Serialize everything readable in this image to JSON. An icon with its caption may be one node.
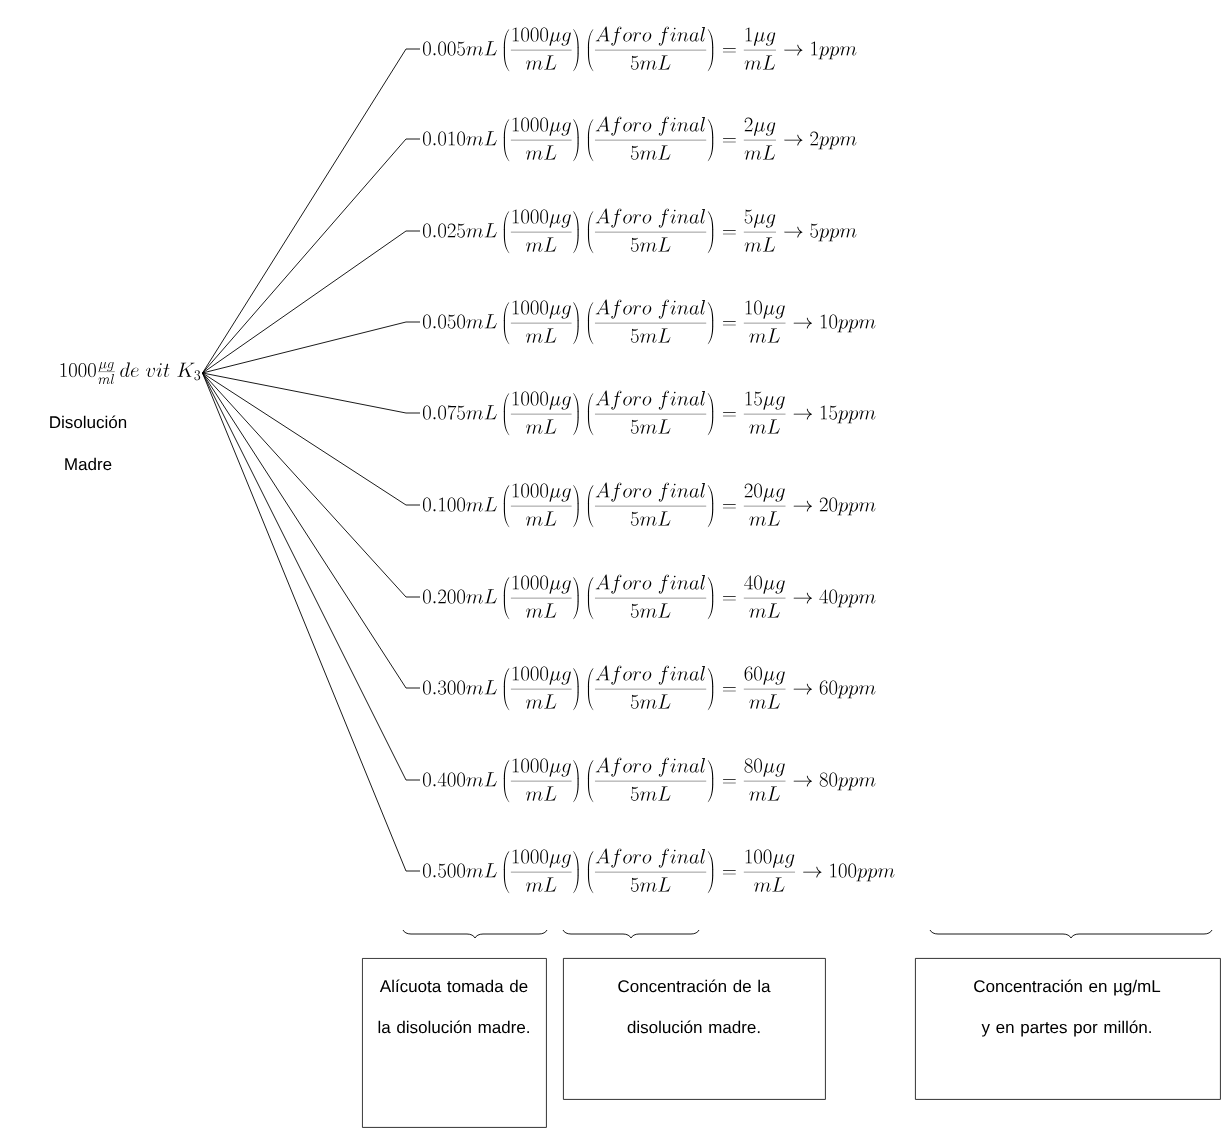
{
  "diagram": {
    "nodes": [
      {
        "text": [
          "1000\\frac{\\mu g}{ml}\\,de\\ vit\\ K_3",
          "Disolución Madre"
        ]
      },
      {
        "text": [
          "0.005mL\\left(\\frac{1000\\mu g}{mL}\\right)\\left(\\frac{Aforo\\ final}{5mL}\\right)=\\frac{1\\mu g}{mL}\\rightarrow 1ppm"
        ]
      },
      {
        "text": [
          "0.010mL\\left(\\frac{1000\\mu g}{mL}\\right)\\left(\\frac{Aforo\\ final}{5mL}\\right)=\\frac{2\\mu g}{mL}\\rightarrow 2ppm"
        ]
      },
      {
        "text": [
          "0.025mL\\left(\\frac{1000\\mu g}{mL}\\right)\\left(\\frac{Aforo\\ final}{5mL}\\right)=\\frac{5\\mu g}{mL}\\rightarrow 5ppm"
        ]
      },
      {
        "text": [
          "0.050mL\\left(\\frac{1000\\mu g}{mL}\\right)\\left(\\frac{Aforo\\ final}{5mL}\\right)=\\frac{10\\mu g}{mL}\\rightarrow 10ppm"
        ]
      },
      {
        "text": [
          "0.075mL\\left(\\frac{1000\\mu g}{mL}\\right)\\left(\\frac{Aforo\\ final}{5mL}\\right)=\\frac{15\\mu g}{mL}\\rightarrow 15ppm"
        ]
      },
      {
        "text": [
          "0.100mL\\left(\\frac{1000\\mu g}{mL}\\right)\\left(\\frac{Aforo\\ final}{5mL}\\right)=\\frac{20\\mu g}{mL}\\rightarrow 20ppm"
        ]
      },
      {
        "text": [
          "0.200mL\\left(\\frac{1000\\mu g}{mL}\\right)\\left(\\frac{Aforo\\ final}{5mL}\\right)=\\frac{40\\mu g}{mL}\\rightarrow 40ppm"
        ]
      },
      {
        "text": [
          "0.300mL\\left(\\frac{1000\\mu g}{mL}\\right)\\left(\\frac{Aforo\\ final}{5mL}\\right)=\\frac{60\\mu g}{mL}\\rightarrow 60ppm"
        ]
      },
      {
        "text": [
          "0.400mL\\left(\\frac{1000\\mu g}{mL}\\right)\\left(\\frac{Aforo\\ final}{5mL}\\right)=\\frac{80\\mu g}{mL}\\rightarrow 80ppm"
        ]
      },
      {
        "text": [
          "0.500mL\\left(\\frac{1000\\mu g}{mL}\\right)\\left(\\frac{Aforo\\ final}{5mL}\\right)=\\frac{100\\mu g}{mL}\\rightarrow 100ppm"
        ]
      },
      {
        "text": [
          "Alícuota tomada de la disolución madre."
        ]
      },
      {
        "text": [
          "Concentración de la disolución madre."
        ]
      },
      {
        "text": [
          "Concentración en µg/mL y en partes por millón."
        ]
      }
    ],
    "edges": [
      {
        "from": 0,
        "to": 1,
        "arrow": "none"
      },
      {
        "from": 0,
        "to": 2,
        "arrow": "none"
      },
      {
        "from": 0,
        "to": 3,
        "arrow": "none"
      },
      {
        "from": 0,
        "to": 4,
        "arrow": "none"
      },
      {
        "from": 0,
        "to": 5,
        "arrow": "none"
      },
      {
        "from": 0,
        "to": 6,
        "arrow": "none"
      },
      {
        "from": 0,
        "to": 7,
        "arrow": "none"
      },
      {
        "from": 0,
        "to": 8,
        "arrow": "none"
      },
      {
        "from": 0,
        "to": 9,
        "arrow": "none"
      },
      {
        "from": 0,
        "to": 10,
        "arrow": "none"
      }
    ]
  }
}
